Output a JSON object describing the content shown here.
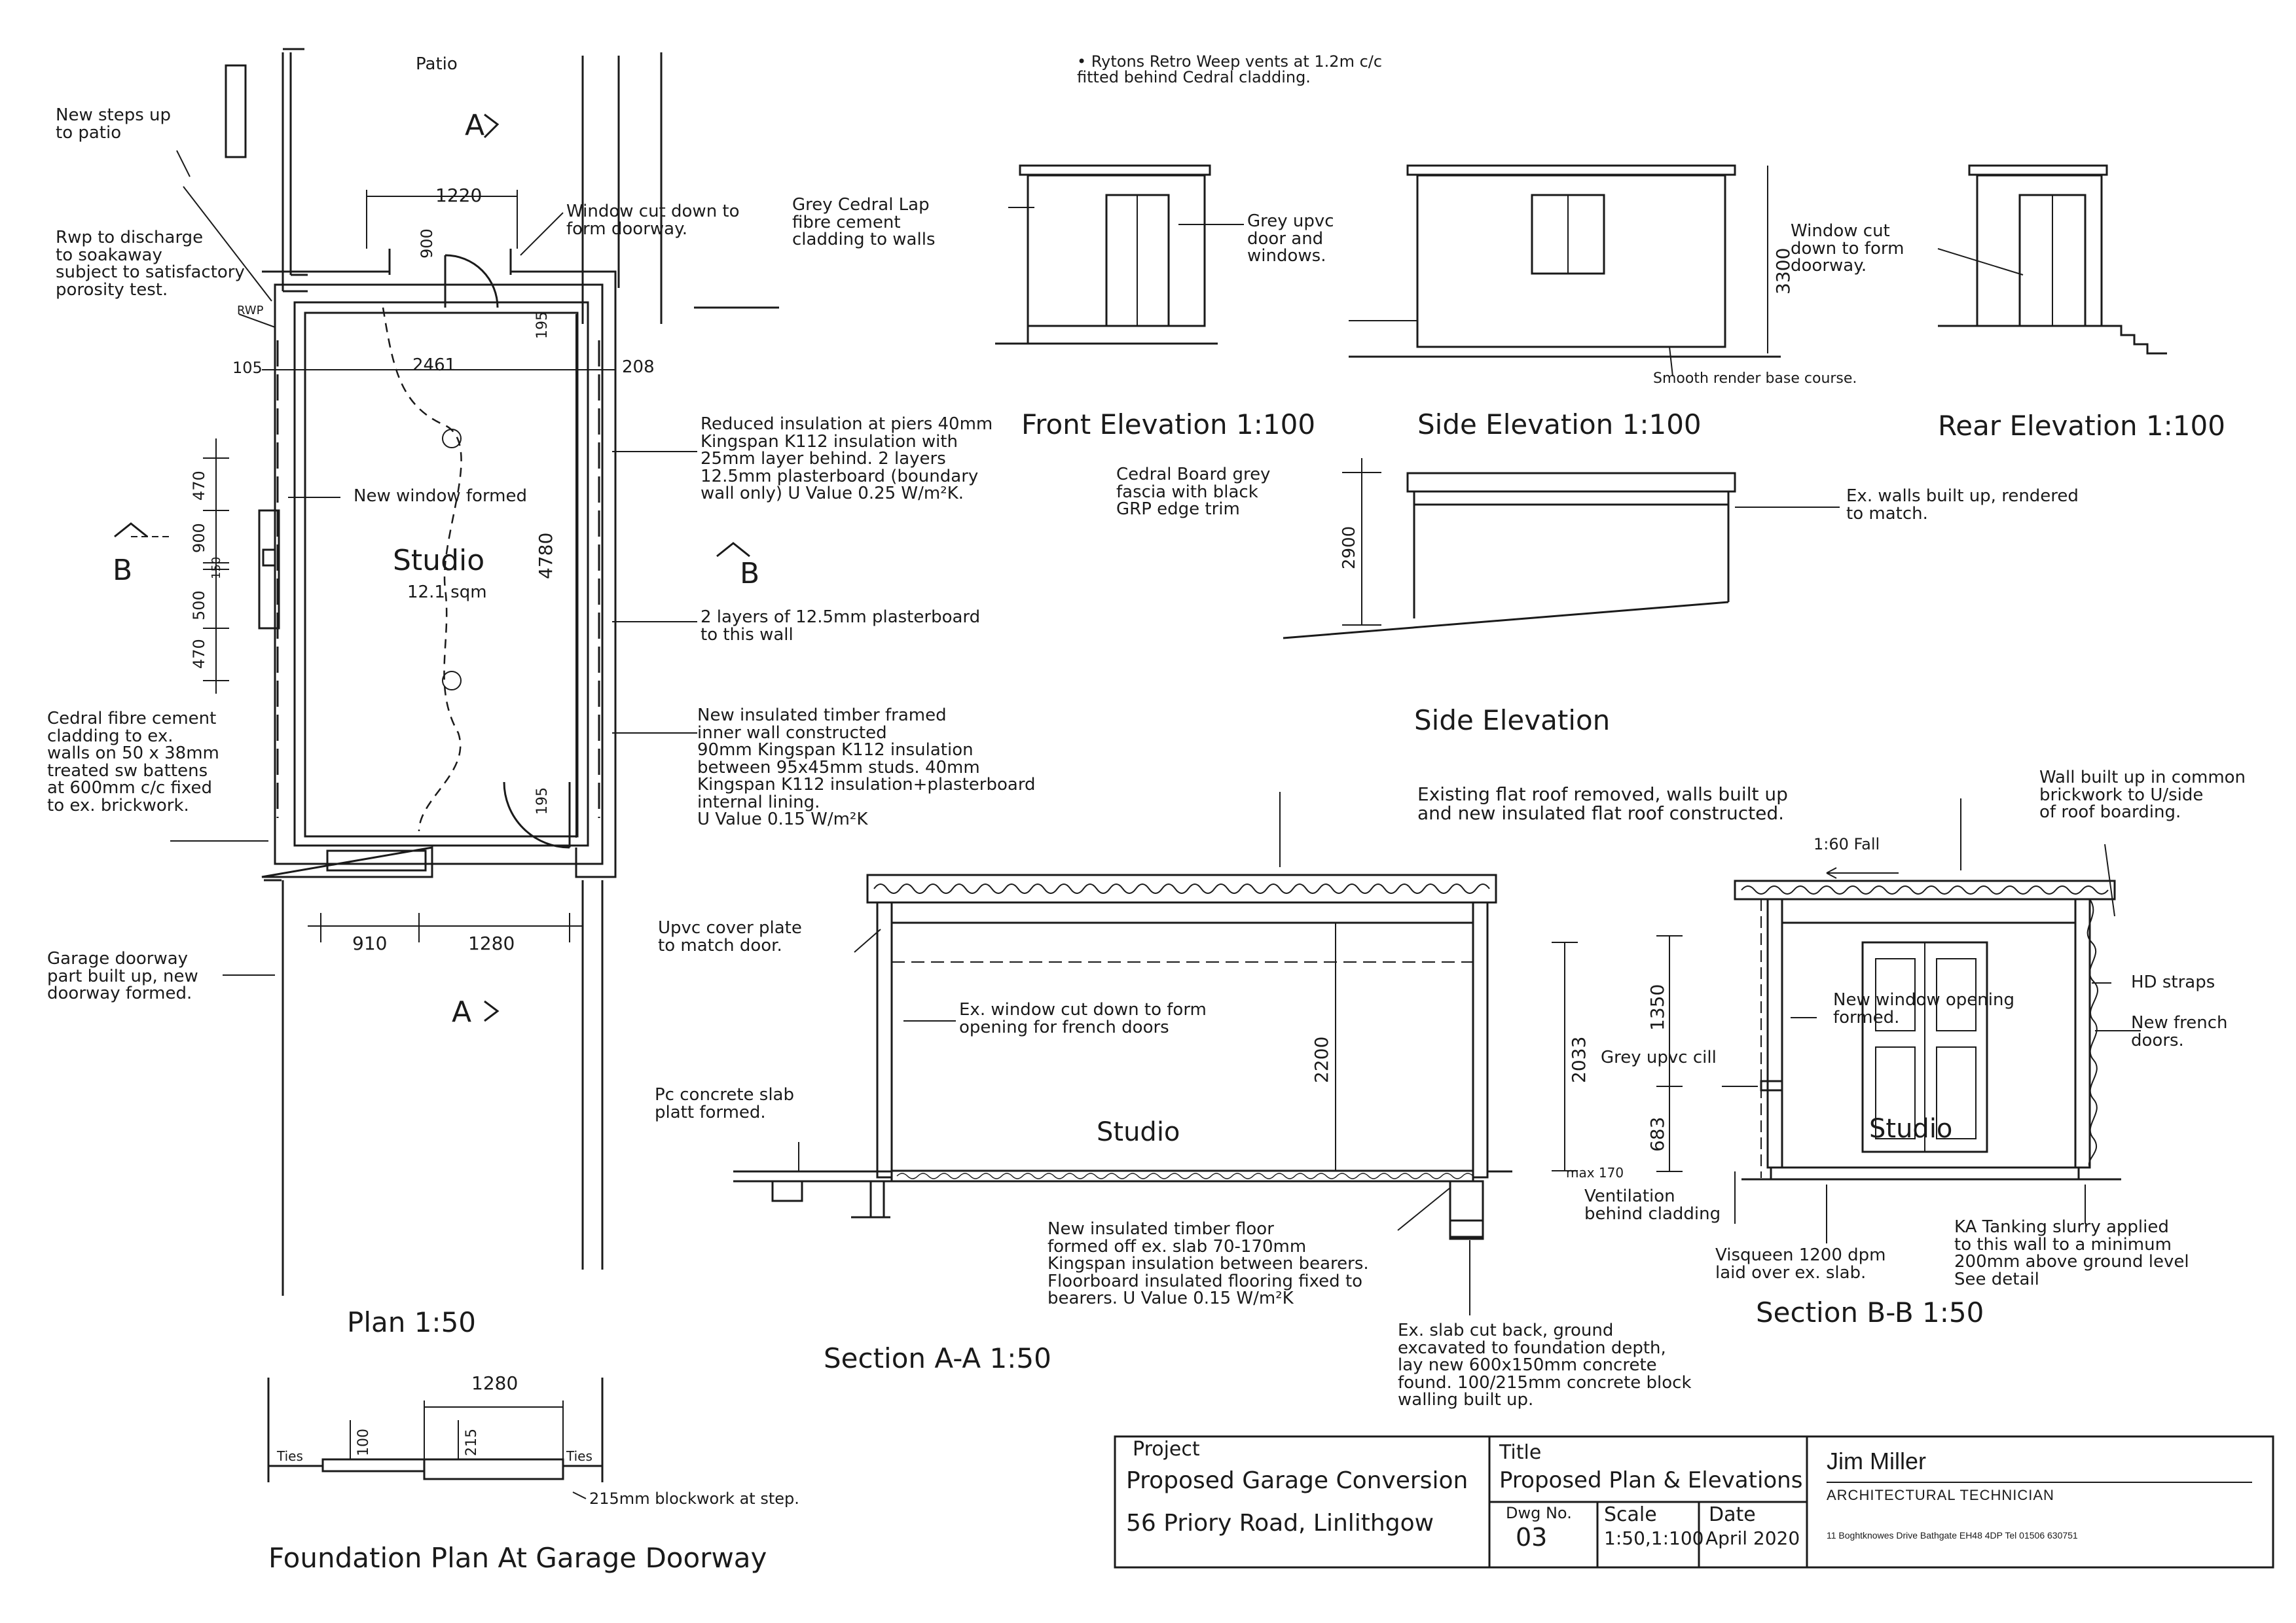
{
  "drawing_titles": {
    "plan": "Plan 1:50",
    "section_aa": "Section A-A 1:50",
    "section_bb": "Section B-B 1:50",
    "front_elevation": "Front Elevation 1:100",
    "side_elevation_1": "Side Elevation 1:100",
    "rear_elevation": "Rear Elevation 1:100",
    "side_elevation_2": "Side Elevation",
    "foundation_plan": "Foundation Plan At Garage Doorway"
  },
  "plan": {
    "patio": "Patio",
    "section_marker_a": "A",
    "section_marker_a2": "A",
    "section_marker_b": "B",
    "section_marker_b2": "B",
    "room_name": "Studio",
    "room_area": "12.1 sqm",
    "rwp_label": "RWP",
    "dims": {
      "opening_top": "1220",
      "door_900": "900",
      "width_internal": "2461",
      "wall_left": "105",
      "wall_right": "208",
      "return_195_top": "195",
      "return_195_bottom": "195",
      "length_internal": "4780",
      "pier_470_top": "470",
      "window_900": "900",
      "gap_150": "150",
      "window_500": "500",
      "pier_470_bottom": "470",
      "bottom_910": "910",
      "bottom_1280": "1280"
    },
    "notes": {
      "steps": "New steps up\nto patio",
      "rwp": "Rwp to discharge\nto soakaway\nsubject to satisfactory\nporosity test.",
      "window_cut": "Window cut down to\nform doorway.",
      "insulation_piers": "Reduced insulation at piers 40mm\nKingspan K112 insulation with\n25mm layer behind. 2 layers\n12.5mm plasterboard (boundary\nwall only) U Value 0.25 W/m²K.",
      "new_window": "New window formed",
      "plasterboard": "2 layers of 12.5mm plasterboard\nto this wall",
      "inner_wall": "New insulated timber framed\ninner wall constructed\n90mm Kingspan K112 insulation\nbetween 95x45mm studs. 40mm\nKingspan K112 insulation+plasterboard\ninternal lining.\nU Value 0.15 W/m²K",
      "cedral_cladding": "Cedral fibre cement\ncladding to ex.\nwalls on 50 x 38mm\ntreated sw battens\nat 600mm c/c fixed\nto ex. brickwork.",
      "garage_doorway": "Garage doorway\npart built up, new\ndoorway formed."
    }
  },
  "elevations": {
    "front_note_1": "Grey Cedral Lap\nfibre cement\ncladding to walls",
    "front_note_2": "Grey upvc\ndoor and\nwindows.",
    "vents_note": "• Rytons Retro Weep vents at 1.2m c/c\n  fitted behind Cedral cladding.",
    "side_height": "3300",
    "render_note": "Smooth render base course.",
    "rear_note": "Window cut\ndown to form\ndoorway.",
    "fascia_note": "Cedral Board grey\nfascia with black\nGRP edge trim",
    "side2_height": "2900",
    "walls_built_up_note": "Ex. walls built up, rendered\nto match."
  },
  "section_aa": {
    "roof_note": "Existing flat roof removed, walls built up\nand new insulated flat roof constructed.",
    "cover_plate": "Upvc cover plate\nto match door.",
    "window_cut": "Ex. window cut down to form\nopening for french doors",
    "slab_note": "Pc concrete slab\nplatt formed.",
    "height_2200": "2200",
    "height_2033": "2033",
    "max_170": "max 170",
    "room_label": "Studio",
    "floor_note": "New insulated timber floor\nformed off ex. slab 70-170mm\nKingspan insulation between bearers.\nFloorboard insulated flooring fixed to\nbearers. U Value 0.15 W/m²K",
    "foundation_note": "Ex. slab cut back, ground\nexcavated to foundation depth,\nlay new 600x150mm concrete\nfound. 100/215mm concrete block\nwalling built up."
  },
  "section_bb": {
    "fall": "1:60 Fall",
    "wall_note": "Wall built up in common\nbrickwork to U/side\nof roof boarding.",
    "hd_straps": "HD straps",
    "new_window_opening": "New window opening\nformed.",
    "french_doors": "New french\ndoors.",
    "cill": "Grey upvc cill",
    "dim_1350": "1350",
    "dim_683": "683",
    "ventilation": "Ventilation\nbehind cladding",
    "visqueen": "Visqueen 1200 dpm\nlaid over ex. slab.",
    "tanking": "KA Tanking slurry applied\nto this wall to a minimum\n200mm above ground level\nSee detail",
    "room_label": "Studio"
  },
  "foundation": {
    "dim_1280": "1280",
    "dim_100": "100",
    "dim_215": "215",
    "ties_left": "Ties",
    "ties_right": "Ties",
    "blockwork_note": "215mm blockwork at step."
  },
  "title_block": {
    "project_label": "Project",
    "project_line1": "Proposed Garage Conversion",
    "project_line2": "56 Priory Road, Linlithgow",
    "title_label": "Title",
    "title_value": "Proposed Plan & Elevations",
    "dwg_label": "Dwg No.",
    "dwg_value": "03",
    "scale_label": "Scale",
    "scale_value": "1:50,1:100",
    "date_label": "Date",
    "date_value": "April 2020",
    "name": "Jim Miller",
    "role": "ARCHITECTURAL TECHNICIAN",
    "address": "11 Boghtknowes Drive Bathgate EH48 4DP   Tel 01506 630751"
  }
}
